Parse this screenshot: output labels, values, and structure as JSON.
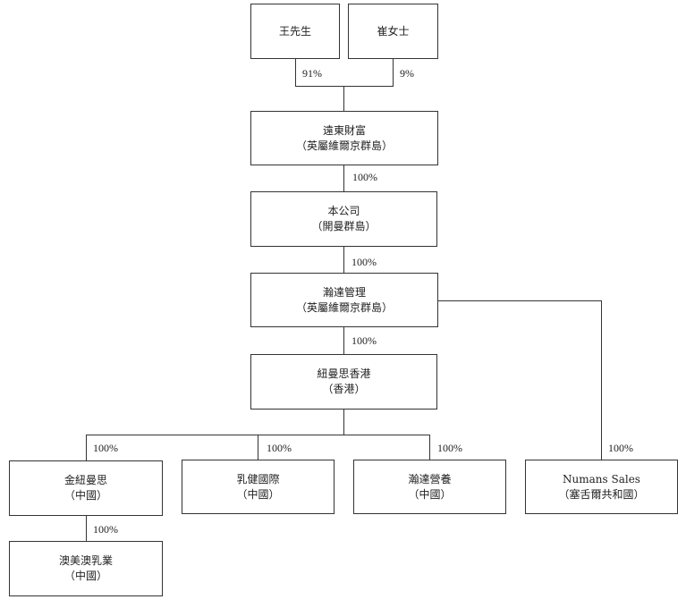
{
  "entities": {
    "mr_wang": {
      "name": "王先生",
      "sub": ""
    },
    "ms_cui": {
      "name": "崔女士",
      "sub": ""
    },
    "far_east": {
      "name": "遠東財富",
      "sub": "（英屬維爾京群島）"
    },
    "company": {
      "name": "本公司",
      "sub": "（開曼群島）"
    },
    "handa_mgmt": {
      "name": "瀚達管理",
      "sub": "（英屬維爾京群島）"
    },
    "numans_hk": {
      "name": "紐曼思香港",
      "sub": "（香港）"
    },
    "jin_numans": {
      "name": "金紐曼思",
      "sub": "（中國）"
    },
    "rujian": {
      "name": "乳健國際",
      "sub": "（中國）"
    },
    "handa_nutrition": {
      "name": "瀚達營養",
      "sub": "（中國）"
    },
    "numans_sales": {
      "name": "Numans Sales",
      "sub": "（塞舌爾共和國）"
    },
    "aomei": {
      "name": "澳美澳乳業",
      "sub": "（中國）"
    }
  },
  "percentages": {
    "wang": "91%",
    "cui": "9%",
    "far_east_to_company": "100%",
    "company_to_handa": "100%",
    "handa_to_numans_hk": "100%",
    "to_jin_numans": "100%",
    "to_rujian": "100%",
    "to_handa_nutrition": "100%",
    "to_numans_sales": "100%",
    "jin_to_aomei": "100%"
  }
}
